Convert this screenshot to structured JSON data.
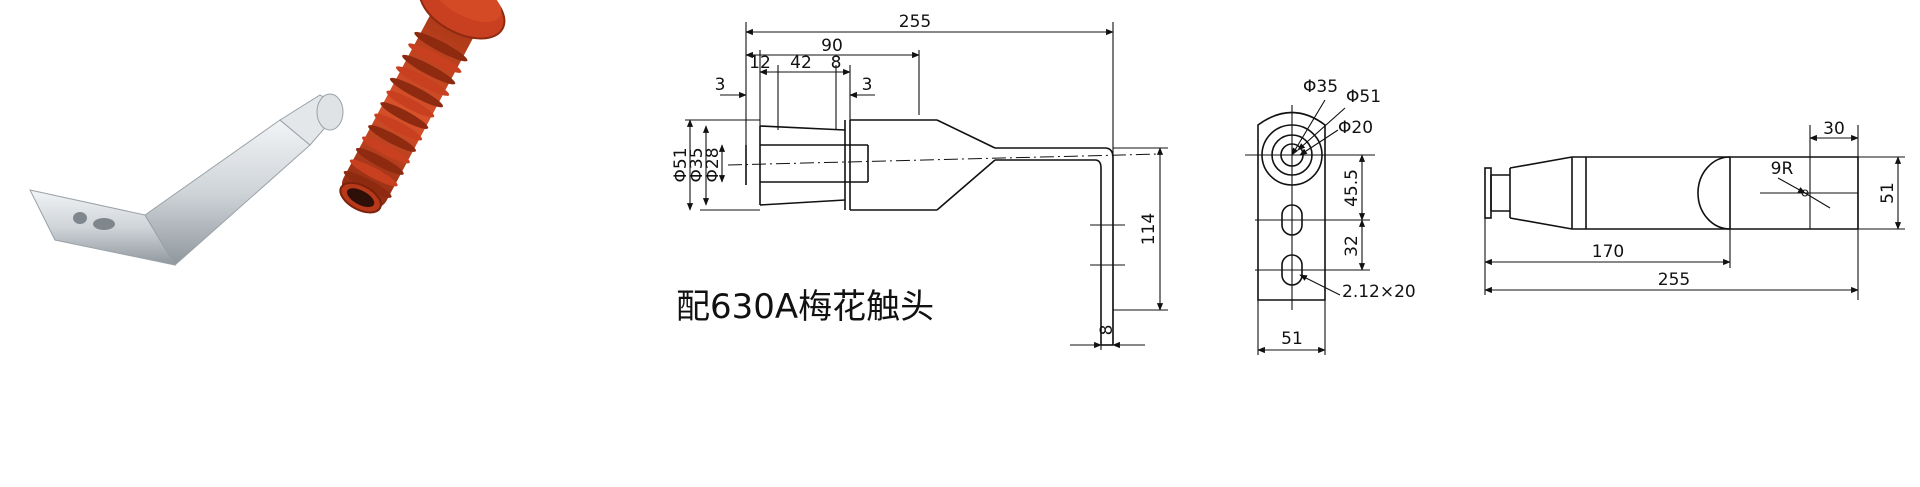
{
  "caption": "配630A梅花触头",
  "side_view": {
    "overall_length": "255",
    "length_90": "90",
    "length_12": "12",
    "length_42": "42",
    "length_8_top": "8",
    "gap_3_left": "3",
    "gap_3_right": "3",
    "dia_51": "Φ51",
    "dia_35": "Φ35",
    "dia_28": "Φ28",
    "drop_114": "114",
    "thickness_8": "8"
  },
  "flange_view": {
    "dia_35": "Φ35",
    "dia_51": "Φ51",
    "dia_20": "Φ20",
    "spacing_45_5": "45.5",
    "spacing_32": "32",
    "slot": "2.12×20",
    "width_51": "51"
  },
  "top_view": {
    "width_30": "30",
    "radius_9R": "9R",
    "height_51": "51",
    "length_170": "170",
    "length_255": "255"
  },
  "colors": {
    "insulator": "#c8401f",
    "insulator_dark": "#8e2a10",
    "metal": "#cfd4d8",
    "metal_dark": "#8f979e"
  }
}
